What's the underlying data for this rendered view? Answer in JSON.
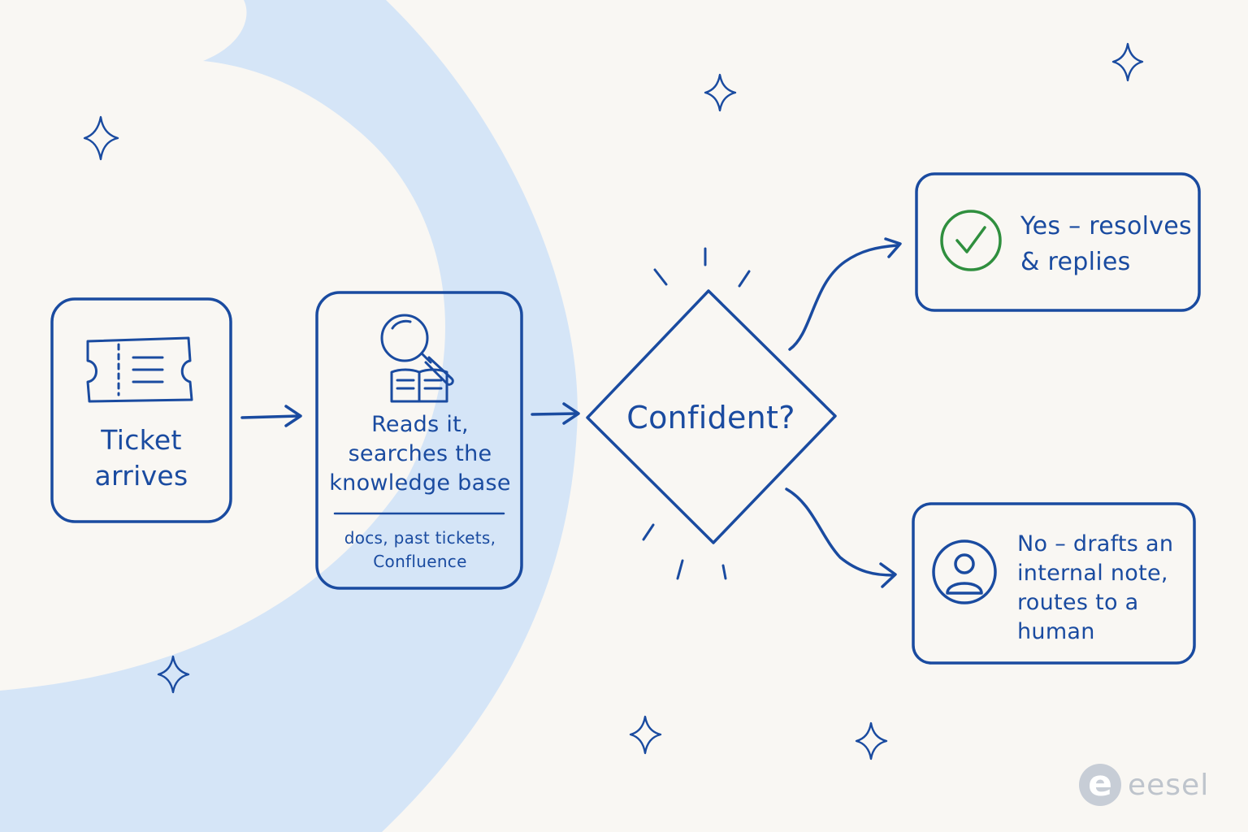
{
  "colors": {
    "ink": "#1a4ba0",
    "background": "#f9f7f3",
    "band": "#d5e5f7",
    "check": "#2f8f3e",
    "brand": "#bec4cc"
  },
  "nodes": {
    "ticket": {
      "icon": "ticket-icon",
      "lines": [
        "Ticket",
        "arrives"
      ]
    },
    "search": {
      "icon": "magnifier-book-icon",
      "lines": [
        "Reads it,",
        "searches the",
        "knowledge base"
      ],
      "sub_lines": [
        "docs, past tickets,",
        "Confluence"
      ]
    },
    "decision": {
      "label": "Confident?"
    },
    "yes": {
      "icon": "check-circle-icon",
      "lines": [
        "Yes – resolves",
        "& replies"
      ]
    },
    "no": {
      "icon": "person-icon",
      "lines": [
        "No – drafts an",
        "internal note,",
        "routes to a",
        "human"
      ]
    }
  },
  "brand": {
    "mark": "e",
    "name": "eesel"
  }
}
